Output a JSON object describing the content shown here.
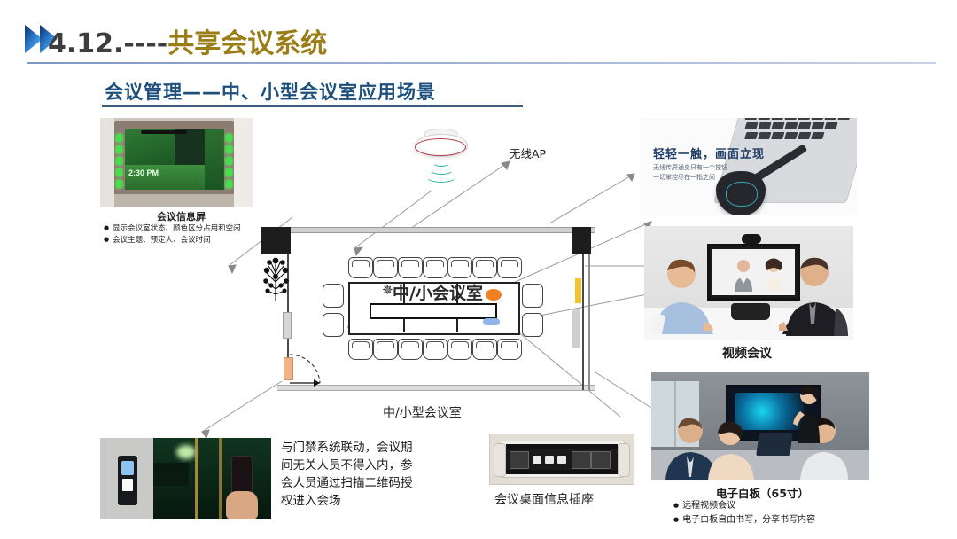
{
  "header": {
    "number": "4.12.----",
    "title": "共享会议系统",
    "full_title": "4.12.----共享会议系统"
  },
  "subtitle": "会议管理——中、小型会议室应用场景",
  "panels": {
    "info_screen": {
      "caption": "会议信息屏",
      "screen_time": "2:30 PM",
      "bullets": [
        "显示会议室状态、颜色区分占用和空闲",
        "会议主题、预定人、会议时间"
      ]
    },
    "wireless_ap": {
      "label": "无线AP"
    },
    "wireless_dongle": {
      "headline": "轻轻一触，画面立现",
      "sub_line_1": "无线传屏通身只有一个按钮",
      "sub_line_2": "一切掌控尽在一指之间"
    },
    "floor_plan": {
      "room_label": "中/小会议室",
      "caption": "中/小型会议室"
    },
    "video_conference": {
      "caption": "视频会议"
    },
    "whiteboard": {
      "caption": "电子白板（65寸）",
      "bullets": [
        "远程视频会议",
        "电子白板自由书写，分享书写内容"
      ]
    },
    "door_access": {
      "text": "与门禁系统联动，会议期间无关人员不得入内，参会人员通过扫描二维码授权进入会场"
    },
    "table_socket": {
      "caption": "会议桌面信息插座"
    }
  },
  "colors": {
    "title_gold": "#9a7d16",
    "title_dark": "#3d3d3d",
    "subtitle_blue": "#1c4f7c",
    "rule_blue": "#7f96c4",
    "accent_orange": "#f08024",
    "accent_yellow": "#f2c230",
    "accent_blue": "#8fb6e8"
  }
}
